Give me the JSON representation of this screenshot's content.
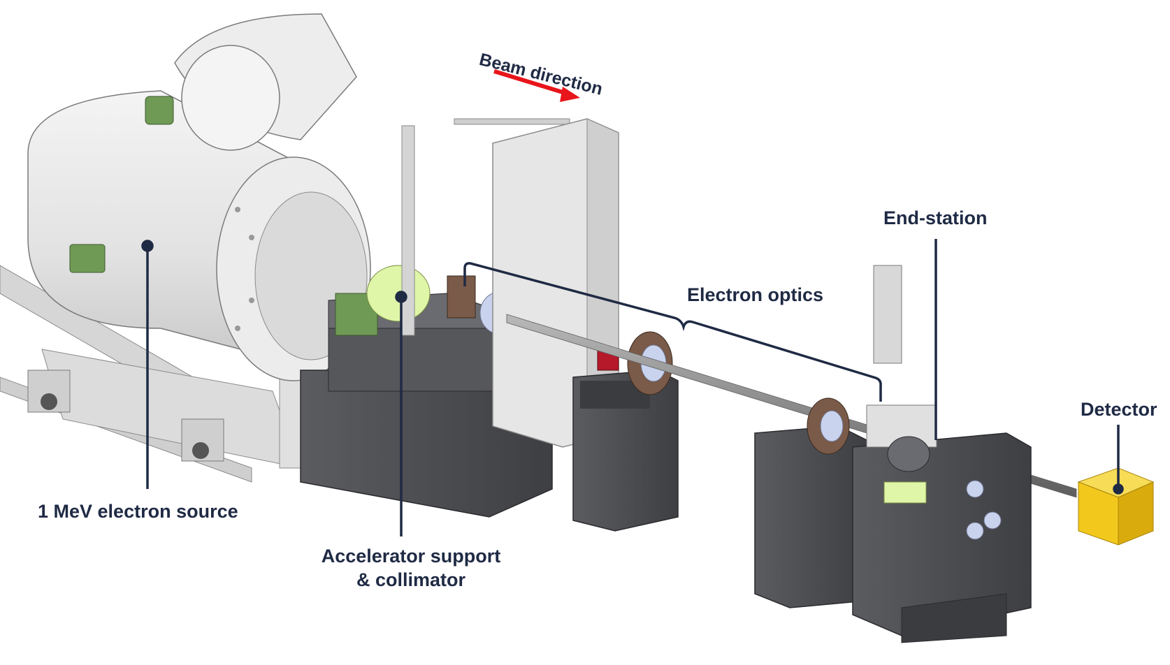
{
  "labels": {
    "beam_direction": "Beam direction",
    "end_station": "End-station",
    "electron_optics": "Electron optics",
    "detector": "Detector",
    "electron_source": "1 MeV electron source",
    "accelerator_line1": "Accelerator support",
    "accelerator_line2": "& collimator"
  },
  "colors": {
    "label_text": "#1f2a44",
    "leader_line": "#1f2a44",
    "beam_arrow": "#e8151b",
    "detector_fill": "#f2c81d",
    "tank": "#e9e9e9",
    "block": "#4f5054",
    "collimator": "#dff5a8",
    "green_part": "#6f9a55"
  }
}
